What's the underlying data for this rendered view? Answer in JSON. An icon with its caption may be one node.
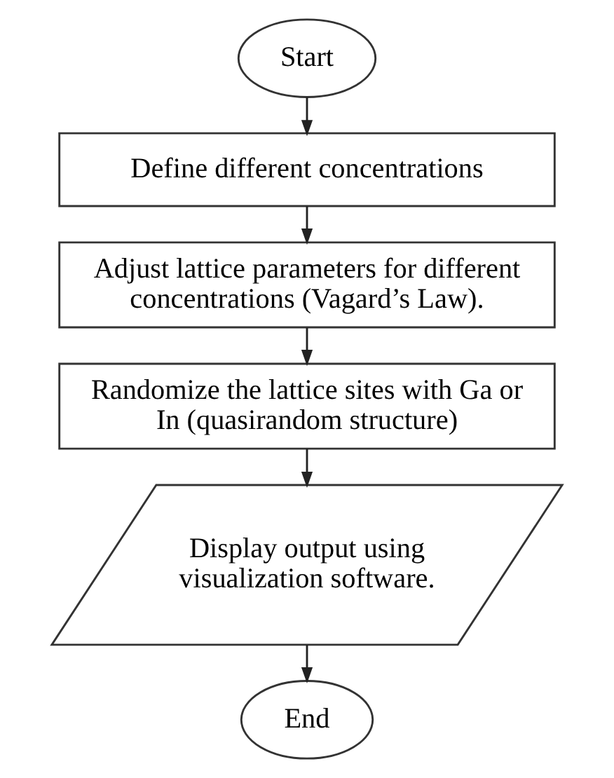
{
  "diagram": {
    "nodes": [
      {
        "text": [
          "Start"
        ]
      },
      {
        "text": [
          "Define different concentrations"
        ]
      },
      {
        "text": [
          "Adjust lattice parameters for different concentrations (Vagard’s Law)."
        ]
      },
      {
        "text": [
          "Randomize the lattice sites with Ga or In (quasirandom structure)"
        ]
      },
      {
        "text": [
          "Display output using visualization software."
        ]
      },
      {
        "text": [
          "End"
        ]
      }
    ],
    "edges": [
      {
        "from": 0,
        "to": 1,
        "arrow": "to"
      },
      {
        "from": 1,
        "to": 2,
        "arrow": "to"
      },
      {
        "from": 2,
        "to": 3,
        "arrow": "to"
      },
      {
        "from": 3,
        "to": 4,
        "arrow": "to"
      },
      {
        "from": 4,
        "to": 5,
        "arrow": "to"
      }
    ]
  }
}
